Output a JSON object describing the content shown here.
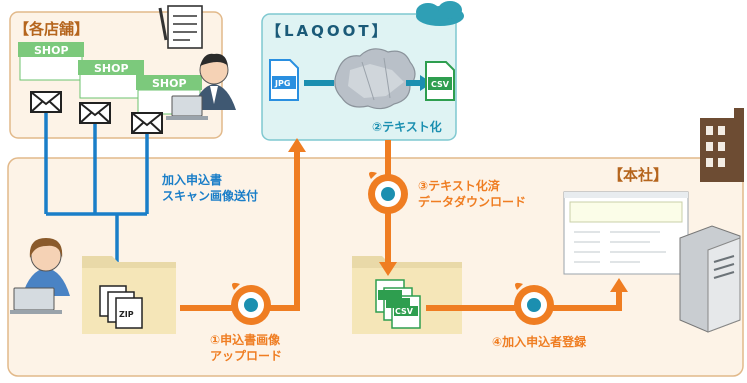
{
  "stores": {
    "title": "【各店舗】",
    "shop_label": "SHOP"
  },
  "laqoot": {
    "title": "【LAQOOT】",
    "input_badge": "JPG",
    "output_badge": "CSV",
    "step_label": "②テキスト化"
  },
  "headquarters": {
    "title": "【本社】"
  },
  "flow": {
    "send_label_line1": "加入申込書",
    "send_label_line2": "スキャン画像送付",
    "step1_line1": "①申込書画像",
    "step1_line2": "アップロード",
    "step3_line1": "③テキスト化済",
    "step3_line2": "データダウンロード",
    "step4": "④加入申込者登録"
  },
  "files": {
    "zip_label": "ZIP",
    "csv_label": "CSV"
  },
  "colors": {
    "blue_arrow": "#1a7ec8",
    "orange_arrow": "#ef7d22",
    "panel_beige": "#fdf3e7",
    "panel_teal": "#dff3f3"
  }
}
